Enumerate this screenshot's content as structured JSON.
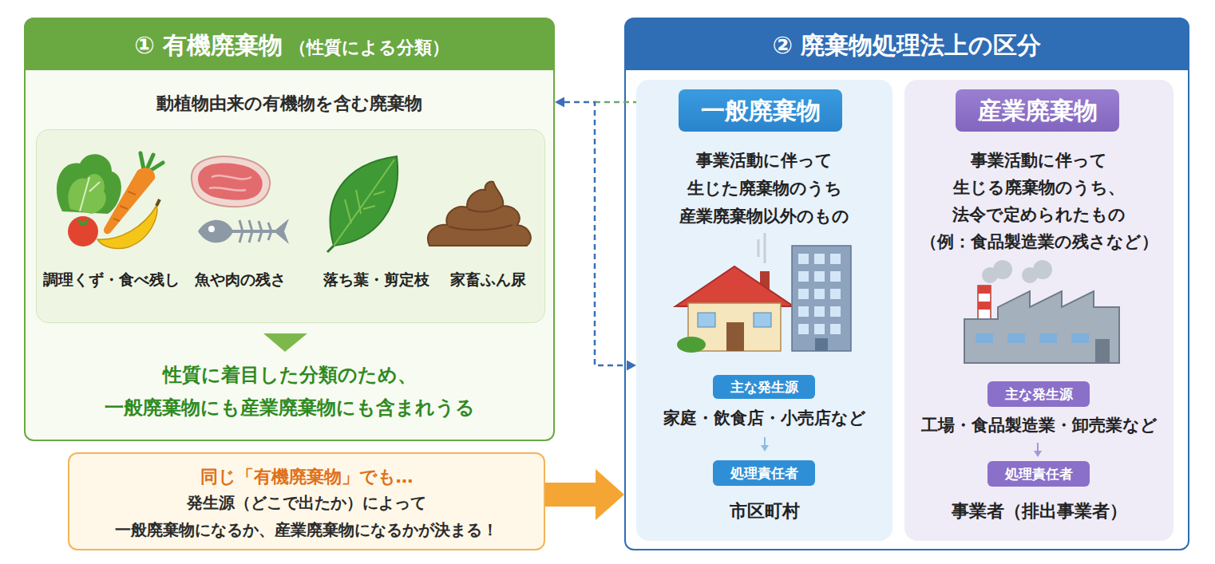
{
  "diagram": {
    "nodes": [
      {
        "text": [
          "① 有機廃棄物",
          "（性質による分類）",
          "動植物由来の有機物を含む廃棄物",
          "性質に着目した分類のため、 一般廃棄物にも産業廃棄物にも含まれうる"
        ]
      },
      {
        "text": [
          "調理くず・食べ残し",
          "魚や肉の残さ",
          "落ち葉・剪定枝",
          "家畜ふん尿"
        ],
        "in": 0
      },
      {
        "text": [
          "同じ「有機廃棄物」でも…",
          "発生源（どこで出たか）によって 一般廃棄物になるか、産業廃棄物になるかが決まる！"
        ]
      },
      {
        "text": [
          "② 廃棄物処理法上の区分"
        ]
      },
      {
        "text": [
          "事業活動に伴って 生じた廃棄物のうち 産業廃棄物以外のもの",
          "家庭・飲食店・小売店など",
          "市区町村"
        ],
        "in": 3
      },
      {
        "text": [
          "一般廃棄物"
        ],
        "in": 4
      },
      {
        "text": [
          "主な発生源"
        ],
        "in": 4
      },
      {
        "text": [
          "処理責任者"
        ],
        "in": 4
      },
      {
        "text": [
          "事業活動に伴って 生じる廃棄物のうち、 法令で定められたもの （例：食品製造業の残さなど）",
          "工場・食品製造業・卸売業など",
          "事業者（排出事業者）"
        ],
        "in": 3
      },
      {
        "text": [
          "産業廃棄物"
        ],
        "in": 8
      },
      {
        "text": [
          "主な発生源"
        ],
        "in": 8
      },
      {
        "text": [
          "処理責任者"
        ],
        "in": 8
      }
    ],
    "edges": [
      {
        "from": 0,
        "to": 4,
        "arrow": "both"
      },
      {
        "from": 2,
        "to": 3,
        "arrow": "to"
      }
    ]
  }
}
